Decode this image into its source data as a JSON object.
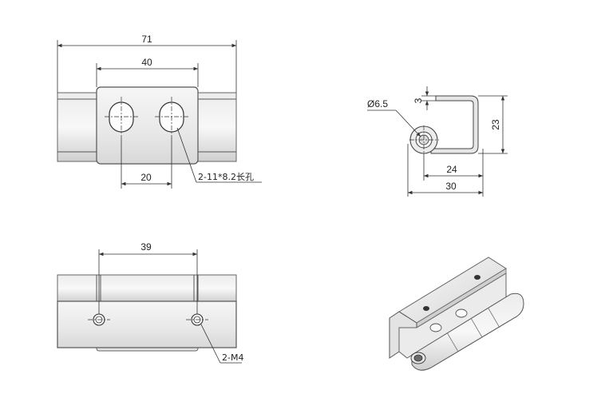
{
  "front_view": {
    "dim_overall": "71",
    "dim_leaf": "40",
    "dim_slot_spacing": "20",
    "slot_note": "2-11*8.2长孔"
  },
  "bottom_view": {
    "dim_hole_spacing": "39",
    "hole_note": "2-M4"
  },
  "side_view": {
    "dim_diameter": "Ø6.5",
    "dim_thickness": "3",
    "dim_height": "23",
    "dim_inner_width": "24",
    "dim_outer_width": "30"
  },
  "colors": {
    "metal_light": "#f2f2f2",
    "metal_mid": "#dcdcdc",
    "metal_dark": "#c4c4c4",
    "outline": "#555555",
    "dimension": "#333333"
  }
}
